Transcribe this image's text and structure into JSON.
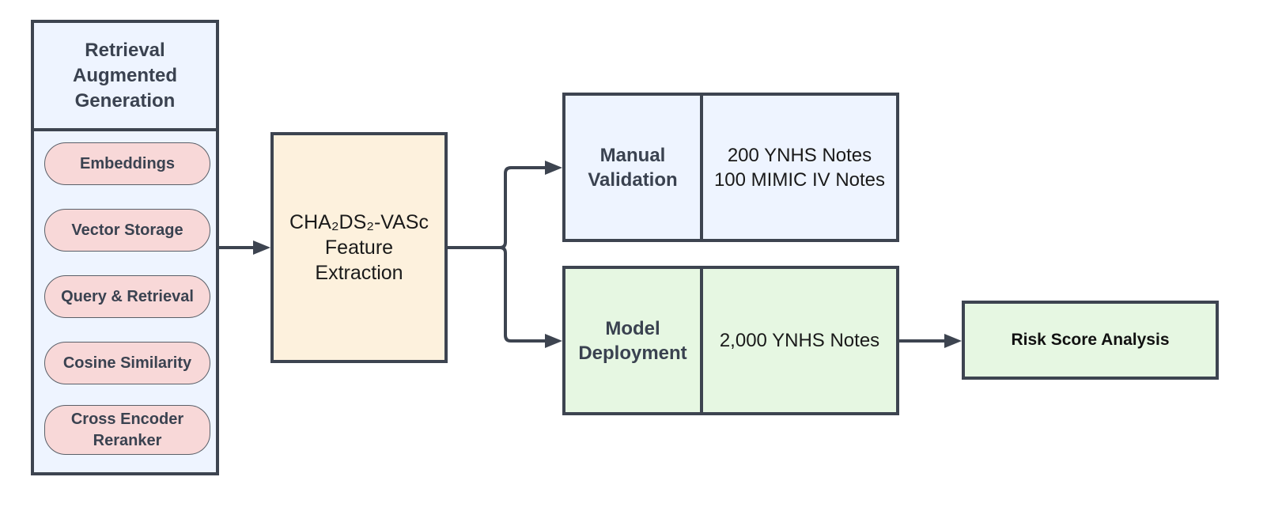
{
  "rag": {
    "title": "Retrieval Augmented Generation",
    "steps": [
      "Embeddings",
      "Vector Storage",
      "Query & Retrieval",
      "Cosine Similarity",
      "Cross Encoder Reranker"
    ]
  },
  "feature_extraction": {
    "line1": "CHA₂DS₂-VASc",
    "line2": "Feature",
    "line3": "Extraction"
  },
  "manual_validation": {
    "label": "Manual Validation",
    "detail_line1": "200 YNHS Notes",
    "detail_line2": "100 MIMIC IV Notes"
  },
  "model_deployment": {
    "label": "Model Deployment",
    "detail": "2,000 YNHS Notes"
  },
  "risk_score": {
    "label": "Risk Score Analysis"
  },
  "colors": {
    "border": "#3d4450",
    "rag_fill": "#eef4ff",
    "pill_fill": "#f8d8d8",
    "feature_fill": "#fdf1dd",
    "green_fill": "#e6f7e2"
  }
}
